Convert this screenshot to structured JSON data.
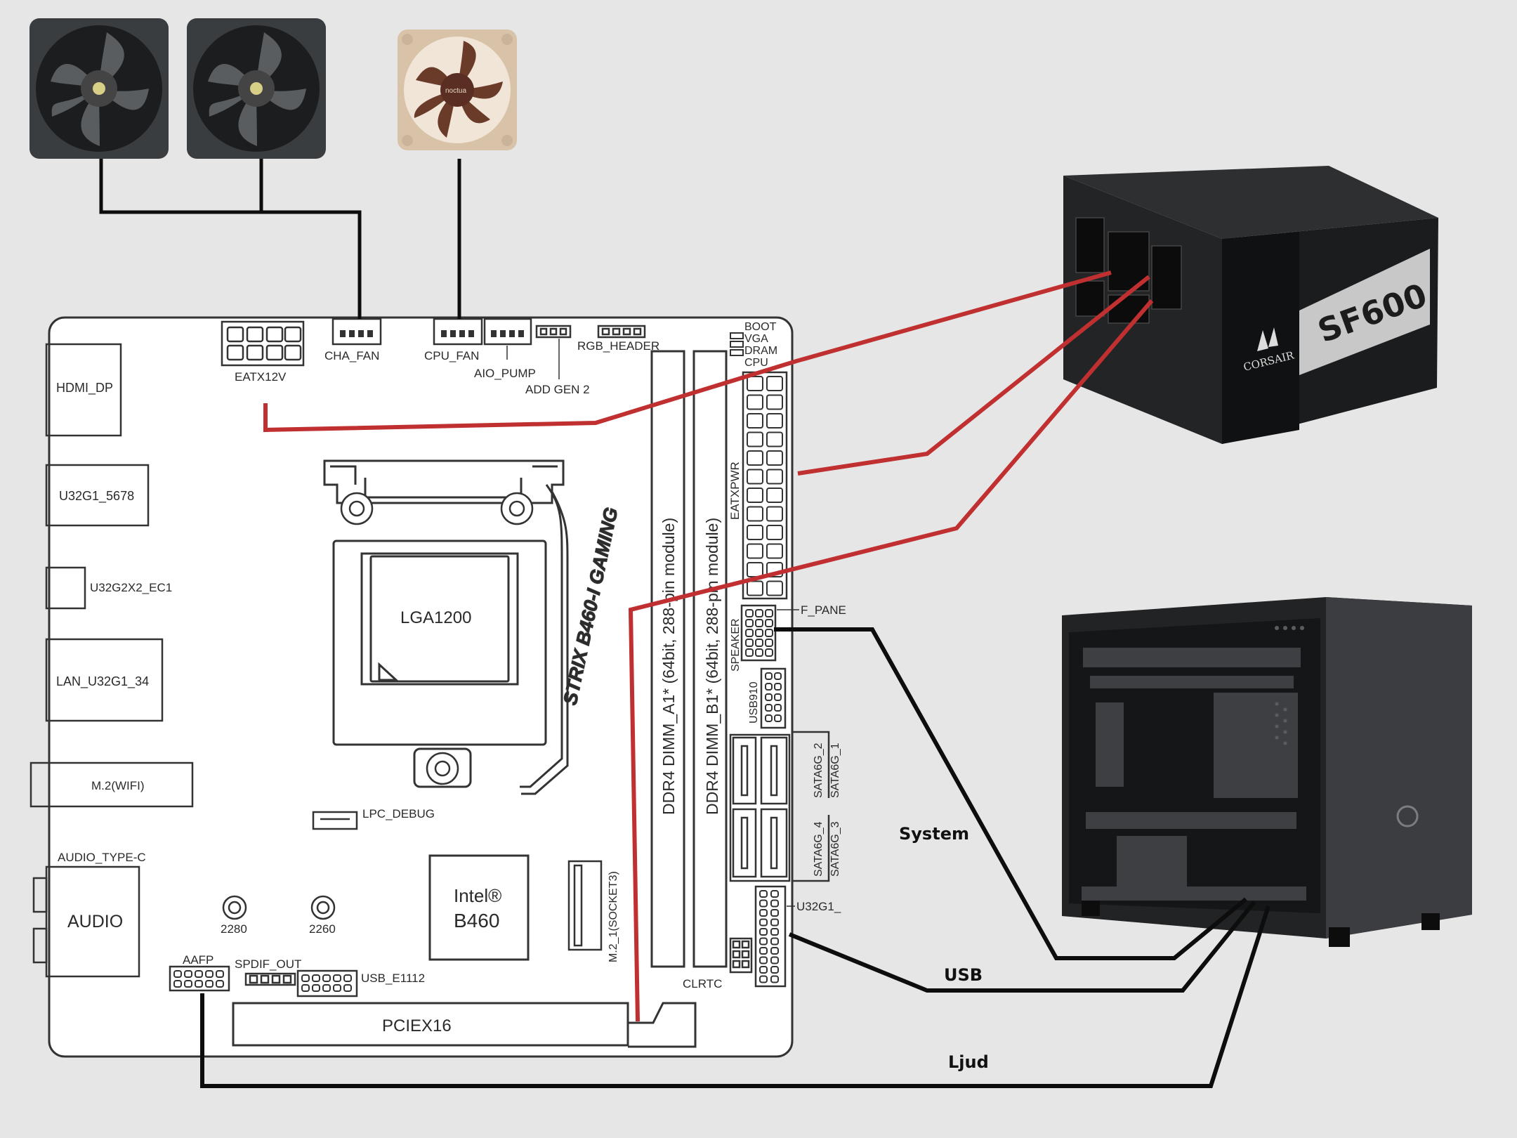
{
  "board": {
    "model": "STRIX B460-I GAMING",
    "socket": "LGA1200",
    "chipset_line1": "Intel®",
    "chipset_line2": "B460",
    "rear_io": {
      "hdmi_dp": "HDMI_DP",
      "u32g1_5678": "U32G1_5678",
      "u32g2x2_ec1": "U32G2X2_EC1",
      "lan_u32g1_34": "LAN_U32G1_34",
      "m2_wifi": "M.2(WIFI)",
      "audio_type_c": "AUDIO_TYPE-C",
      "audio": "AUDIO"
    },
    "headers": {
      "eatx12v": "EATX12V",
      "cha_fan": "CHA_FAN",
      "cpu_fan": "CPU_FAN",
      "aio_pump": "AIO_PUMP",
      "add_gen2": "ADD GEN 2",
      "rgb_header": "RGB_HEADER",
      "boot": "BOOT",
      "vga": "VGA",
      "dram": "DRAM",
      "cpu": "CPU",
      "eatxpwr": "EATXPWR",
      "speaker": "SPEAKER",
      "f_panel": "F_PANE",
      "usb910": "USB910",
      "sata6g_2": "SATA6G_2",
      "sata6g_1": "SATA6G_1",
      "sata6g_4": "SATA6G_4",
      "sata6g_3": "SATA6G_3",
      "u32g1_front": "U32G1_",
      "clrtc": "CLRTC",
      "lpc_debug": "LPC_DEBUG",
      "m2_1": "M.2_1(SOCKET3)",
      "m2_2280": "2280",
      "m2_2260": "2260",
      "aafp": "AAFP",
      "spdif_out": "SPDIF_OUT",
      "usb_e1112": "USB_E1112",
      "pciex16": "PCIEX16"
    },
    "dimm_a1": "DDR4 DIMM_A1* (64bit, 288-pin module)",
    "dimm_b1": "DDR4 DIMM_B1* (64bit, 288-pin module)"
  },
  "psu": {
    "model": "SF600",
    "brand": "CORSAIR"
  },
  "fans": [
    {
      "name": "case-fan-1"
    },
    {
      "name": "case-fan-2"
    },
    {
      "name": "cpu-fan",
      "brand": "noctua"
    }
  ],
  "connections": {
    "system": "System",
    "usb": "USB",
    "audio": "Ljud"
  },
  "colors": {
    "background": "#e6e6e6",
    "power_cable": "#c03030",
    "signal_cable": "#0d0d0d",
    "board_outline": "#333333",
    "noctua_tan": "#d9c3a8",
    "noctua_brown": "#6b3b2a"
  }
}
